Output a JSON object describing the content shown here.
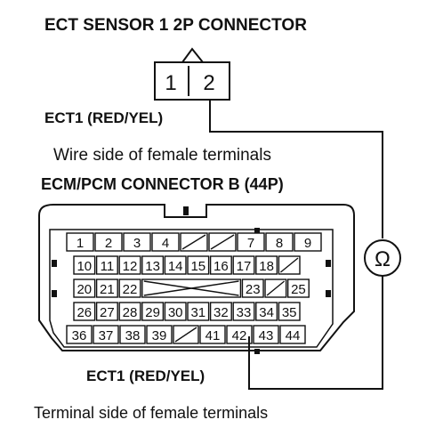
{
  "sensor_title": "ECT SENSOR 1 2P CONNECTOR",
  "sensor_terminals": [
    "1",
    "2"
  ],
  "wire_label_top": "ECT1 (RED/YEL)",
  "wire_side_note": "Wire side of female terminals",
  "ecm_title": "ECM/PCM CONNECTOR B (44P)",
  "wire_label_bottom": "ECT1 (RED/YEL)",
  "terminal_side_note": "Terminal side of female terminals",
  "meter_symbol": "Ω",
  "ecm_rows": [
    [
      "1",
      "2",
      "3",
      "4",
      "/",
      "/",
      "7",
      "8",
      "9"
    ],
    [
      "10",
      "11",
      "12",
      "13",
      "14",
      "15",
      "16",
      "17",
      "18",
      "/"
    ],
    [
      "20",
      "21",
      "22",
      "X",
      "23",
      "/",
      "25"
    ],
    [
      "26",
      "27",
      "28",
      "29",
      "30",
      "31",
      "32",
      "33",
      "34",
      "35"
    ],
    [
      "36",
      "37",
      "38",
      "39",
      "/",
      "41",
      "42",
      "43",
      "44"
    ]
  ]
}
